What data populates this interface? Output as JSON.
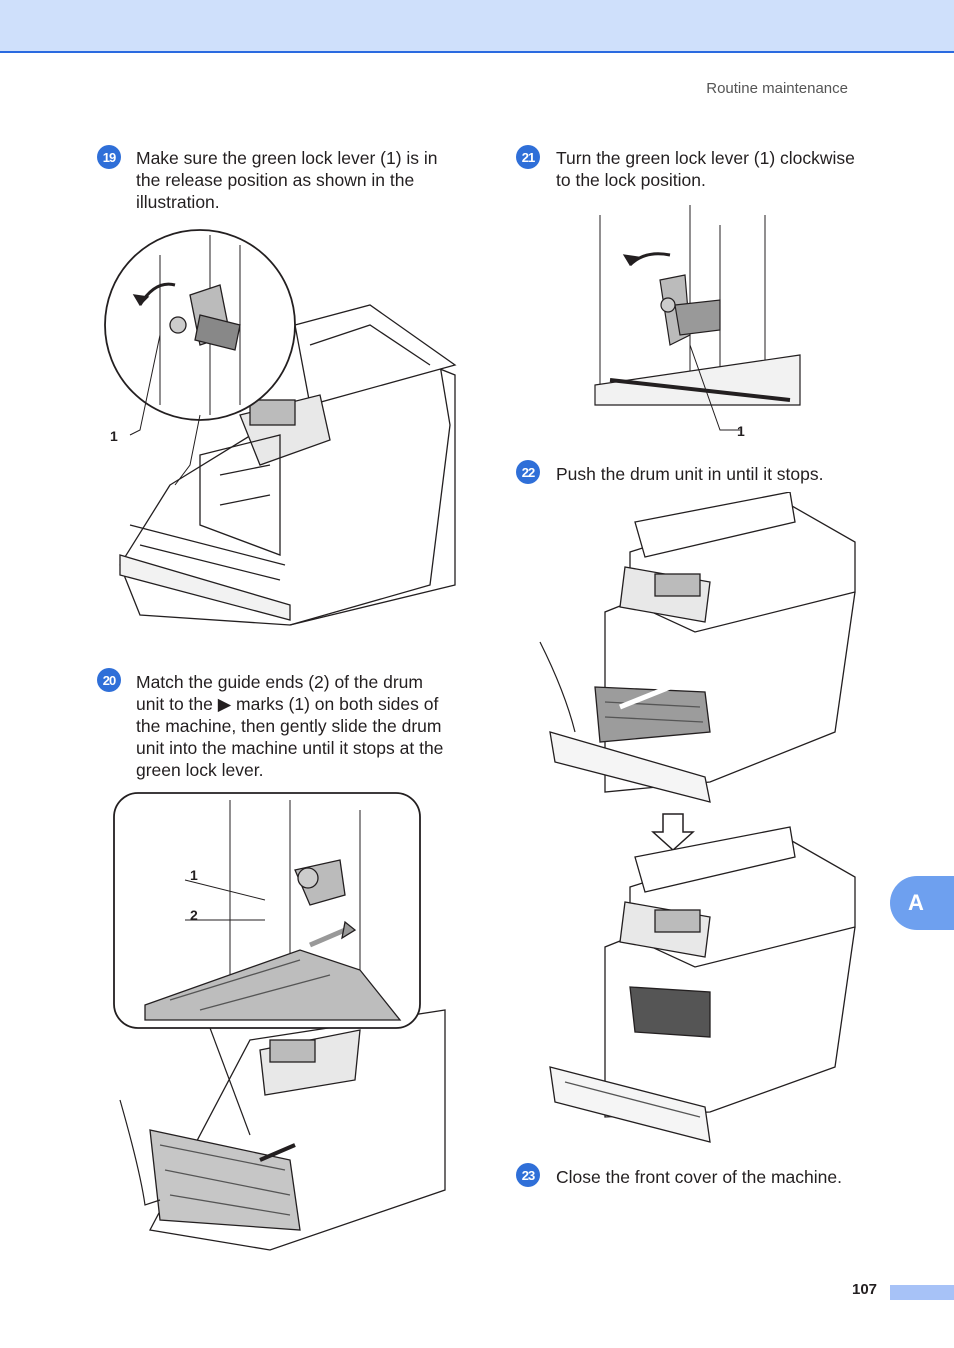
{
  "header": {
    "section_title": "Routine maintenance"
  },
  "steps": [
    {
      "number": "19",
      "text_lines": [
        "Make sure the green lock lever (1) is in",
        "the release position as shown in the",
        "illustration."
      ]
    },
    {
      "number": "20",
      "text_lines": [
        "Match the guide ends (2) of the drum",
        "unit to the ▶ marks (1) on both sides of",
        "the machine, then gently slide the drum",
        "unit into the machine until it stops at the",
        "green lock lever."
      ]
    },
    {
      "number": "21",
      "text_lines": [
        "Turn the green lock lever (1) clockwise",
        "to the lock position."
      ]
    },
    {
      "number": "22",
      "text_lines": [
        "Push the drum unit in until it stops."
      ]
    },
    {
      "number": "23",
      "text_lines": [
        "Close the front cover of the machine."
      ]
    }
  ],
  "callouts": {
    "fig19_label_1": "1",
    "fig20_label_1": "1",
    "fig20_label_2": "2",
    "fig21_label_1": "1"
  },
  "side_tab": {
    "label": "A"
  },
  "footer": {
    "page_number": "107"
  },
  "colors": {
    "accent_blue": "#2f6fd8",
    "header_band": "#cfe0fb",
    "tab_blue": "#6ea0ef"
  }
}
